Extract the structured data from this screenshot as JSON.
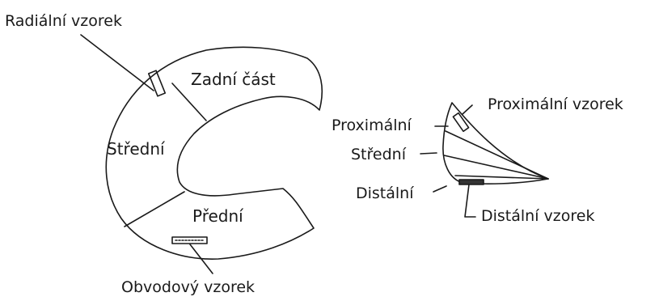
{
  "meniscus_top_view": {
    "labels": {
      "radial_sample": "Radiální vzorek",
      "posterior_part": "Zadní část",
      "middle_part": "Střední",
      "anterior_part": "Přední",
      "circumferential_sample": "Obvodový vzorek"
    }
  },
  "meniscus_cross_section": {
    "labels": {
      "proximal": "Proximální",
      "middle": "Střední",
      "distal": "Distální",
      "proximal_sample": "Proximální vzorek",
      "distal_sample": "Distální vzorek"
    }
  },
  "colors": {
    "line": "#1a1a1a",
    "sample_fill": "#333333",
    "background": "#ffffff"
  }
}
